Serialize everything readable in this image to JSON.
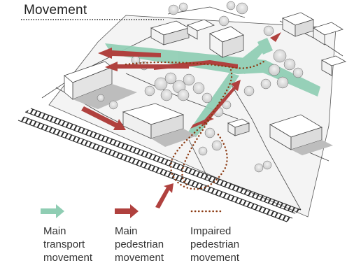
{
  "title": "Movement",
  "colors": {
    "transport": "#8fcdb3",
    "pedestrian": "#b0413e",
    "impaired": "#8b3a12",
    "building": "#ffffff",
    "shadow": "#b8b8b8",
    "tree": "#d9d9d9",
    "rail": "#2a2a2a"
  },
  "legend": [
    {
      "icon": "green-arrow-icon",
      "lines": [
        "Main",
        "transport",
        "movement"
      ]
    },
    {
      "icon": "red-arrow-icon",
      "lines": [
        "Main",
        "pedestrian",
        "movement"
      ]
    },
    {
      "icon": "dotted-line-icon",
      "lines": [
        "Impaired",
        "pedestrian",
        "movement"
      ]
    }
  ]
}
